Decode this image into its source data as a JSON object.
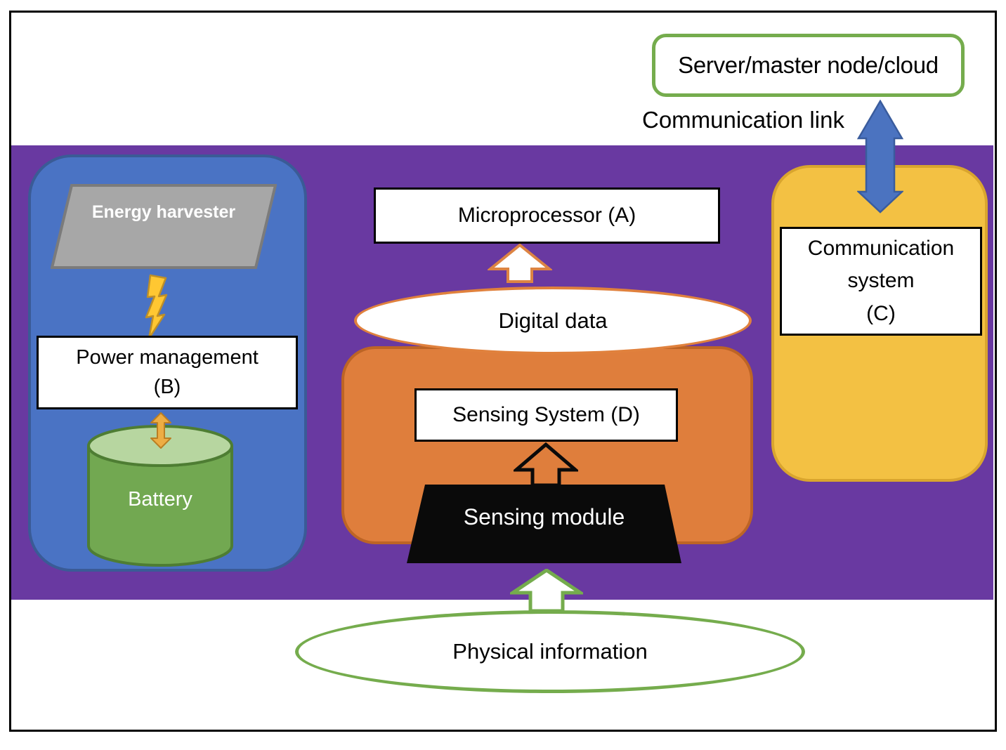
{
  "colors": {
    "purple_background": "#6939A1",
    "power_subsystem_blue": "#4A73C4",
    "sensing_orange": "#DF7E3C",
    "communication_yellow": "#F3C143",
    "accent_green": "#75AC4D",
    "battery_green": "#72A851",
    "harvester_gray": "#A7A7A7",
    "bolt_gold": "#FFC732",
    "link_arrow_blue": "#4B73C0"
  },
  "server": {
    "label": "Server/master node/cloud"
  },
  "communication_link": {
    "label": "Communication link"
  },
  "power": {
    "energy_harvester": "Energy harvester",
    "power_management_line1": "Power management",
    "power_management_line2": "(B)",
    "battery": "Battery"
  },
  "processing": {
    "microprocessor": "Microprocessor (A)",
    "digital_data": "Digital data",
    "sensing_system": "Sensing System (D)",
    "sensing_module": "Sensing module"
  },
  "communication_system": {
    "line1": "Communication",
    "line2": "system",
    "line3": "(C)"
  },
  "physical_information": {
    "label": "Physical information"
  }
}
